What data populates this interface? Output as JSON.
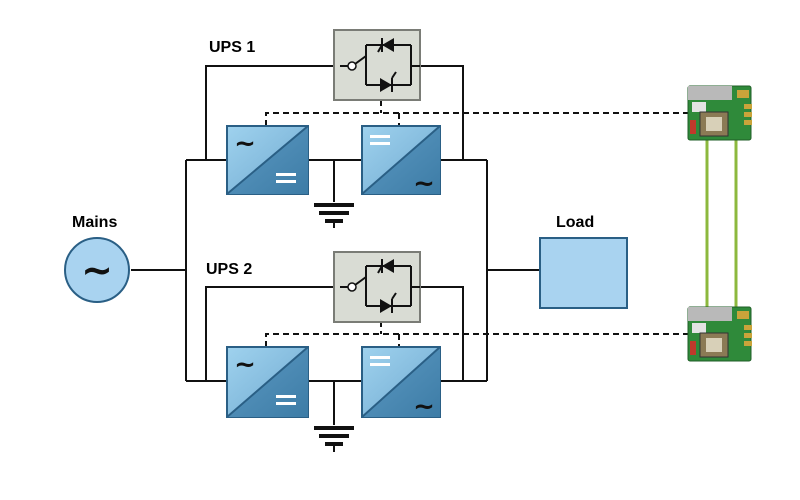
{
  "labels": {
    "ups1": "UPS 1",
    "ups2": "UPS 2",
    "mains": "Mains",
    "load": "Load"
  },
  "glyphs": {
    "ac": "~",
    "dc": "="
  },
  "colors": {
    "wire": "#111111",
    "converter_light": "#8ec8e8",
    "converter_dark": "#4f8fb8",
    "converter_border": "#2a5f85",
    "bypass_fill": "#d9dcd4",
    "bypass_border": "#7a7c76",
    "mains_fill": "#a9d3f0",
    "load_fill": "#a9d3f0",
    "board_green": "#2f8a3a",
    "link_green": "#8cb83e"
  },
  "icons": [
    "ac-source-icon",
    "rectifier-icon",
    "inverter-icon",
    "static-bypass-switch-icon",
    "ground-icon",
    "control-board-icon"
  ]
}
